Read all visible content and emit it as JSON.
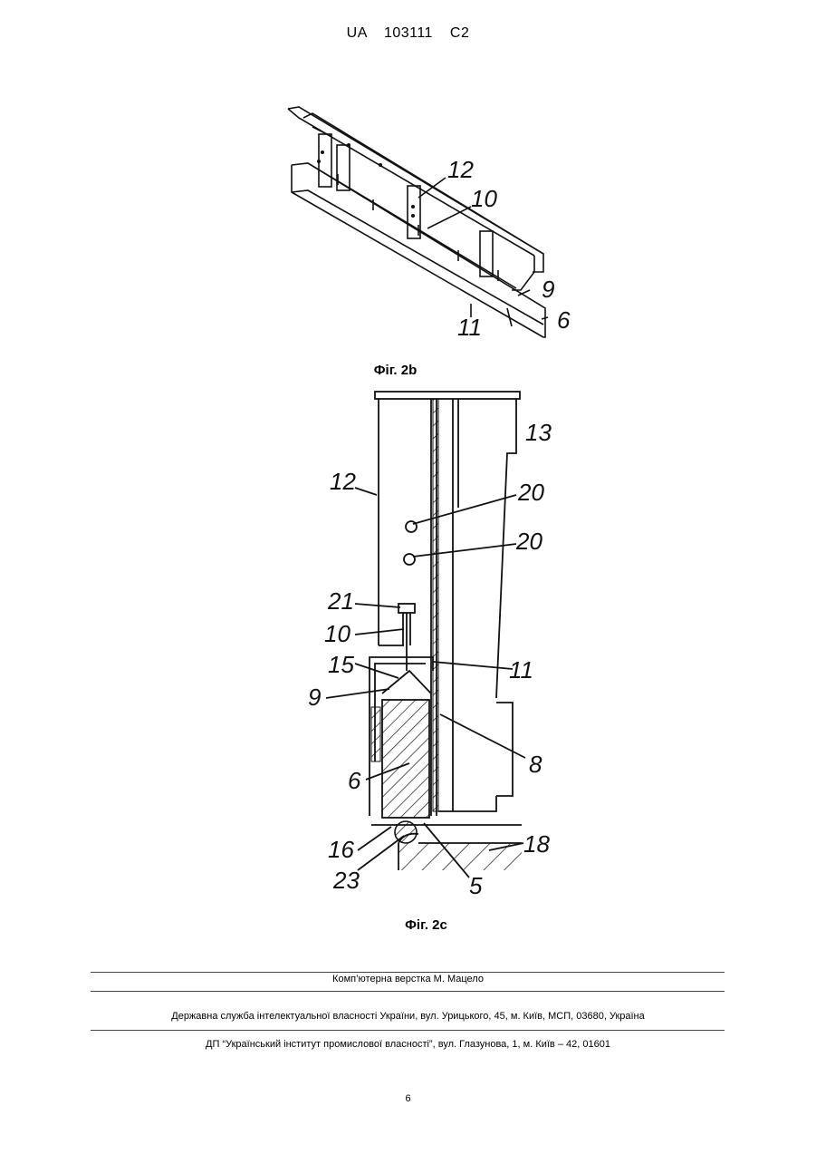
{
  "header": {
    "country": "UA",
    "number": "103111",
    "kind": "C2"
  },
  "figures": {
    "fig_2b": {
      "caption": "Фіг. 2b",
      "labels": [
        "12",
        "10",
        "9",
        "11",
        "6"
      ]
    },
    "fig_2c": {
      "caption": "Фіг. 2c",
      "labels": [
        "13",
        "12",
        "20",
        "20",
        "21",
        "10",
        "15",
        "11",
        "9",
        "8",
        "6",
        "16",
        "18",
        "23",
        "5"
      ]
    }
  },
  "footer": {
    "layout_credit": "Комп’ютерна верстка М. Мацело",
    "office": "Державна служба інтелектуальної власності України, вул. Урицького, 45, м. Київ, МСП, 03680, Україна",
    "institute": "ДП “Український інститут промислової власності”, вул. Глазунова, 1, м. Київ – 42, 01601"
  },
  "page_number": "6"
}
